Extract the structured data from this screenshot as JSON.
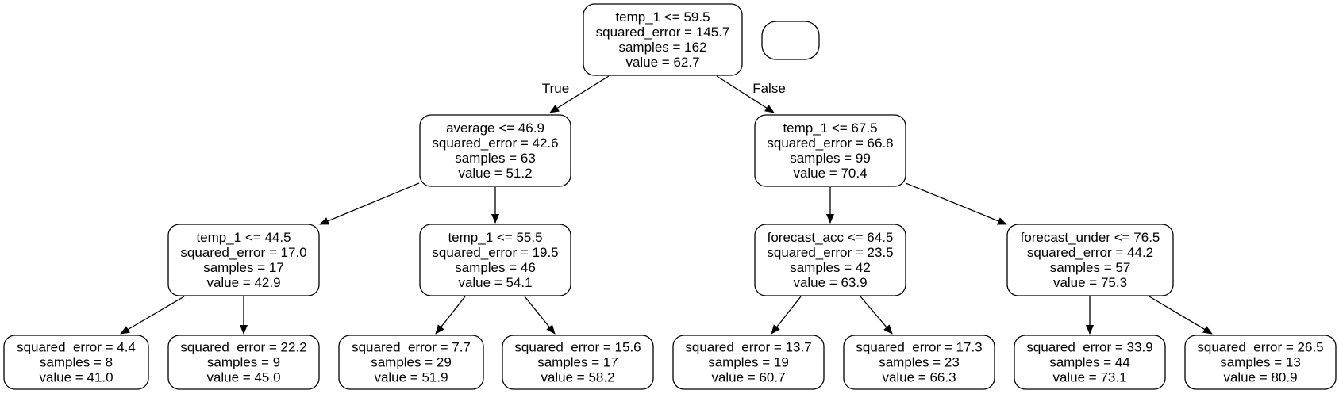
{
  "tree": {
    "edge_labels": {
      "true": "True",
      "false": "False"
    },
    "nodes": [
      {
        "id": "n0",
        "lines": [
          "temp_1 <= 59.5",
          "squared_error = 145.7",
          "samples = 162",
          "value = 62.7"
        ]
      },
      {
        "id": "n1",
        "lines": [
          "average <= 46.9",
          "squared_error = 42.6",
          "samples = 63",
          "value = 51.2"
        ]
      },
      {
        "id": "n2",
        "lines": [
          "temp_1 <= 67.5",
          "squared_error = 66.8",
          "samples = 99",
          "value = 70.4"
        ]
      },
      {
        "id": "n3",
        "lines": [
          "temp_1 <= 44.5",
          "squared_error = 17.0",
          "samples = 17",
          "value = 42.9"
        ]
      },
      {
        "id": "n4",
        "lines": [
          "temp_1 <= 55.5",
          "squared_error = 19.5",
          "samples = 46",
          "value = 54.1"
        ]
      },
      {
        "id": "n5",
        "lines": [
          "forecast_acc <= 64.5",
          "squared_error = 23.5",
          "samples = 42",
          "value = 63.9"
        ]
      },
      {
        "id": "n6",
        "lines": [
          "forecast_under <= 76.5",
          "squared_error = 44.2",
          "samples = 57",
          "value = 75.3"
        ]
      },
      {
        "id": "n7",
        "lines": [
          "squared_error = 4.4",
          "samples = 8",
          "value = 41.0"
        ]
      },
      {
        "id": "n8",
        "lines": [
          "squared_error = 22.2",
          "samples = 9",
          "value = 45.0"
        ]
      },
      {
        "id": "n9",
        "lines": [
          "squared_error = 7.7",
          "samples = 29",
          "value = 51.9"
        ]
      },
      {
        "id": "n10",
        "lines": [
          "squared_error = 15.6",
          "samples = 17",
          "value = 58.2"
        ]
      },
      {
        "id": "n11",
        "lines": [
          "squared_error = 13.7",
          "samples = 19",
          "value = 60.7"
        ]
      },
      {
        "id": "n12",
        "lines": [
          "squared_error = 17.3",
          "samples = 23",
          "value = 66.3"
        ]
      },
      {
        "id": "n13",
        "lines": [
          "squared_error = 33.9",
          "samples = 44",
          "value = 73.1"
        ]
      },
      {
        "id": "n14",
        "lines": [
          "squared_error = 26.5",
          "samples = 13",
          "value = 80.9"
        ]
      },
      {
        "id": "legend",
        "lines": []
      }
    ],
    "edges": [
      {
        "from": "n0",
        "to": "n1"
      },
      {
        "from": "n0",
        "to": "n2"
      },
      {
        "from": "n1",
        "to": "n3"
      },
      {
        "from": "n1",
        "to": "n4"
      },
      {
        "from": "n2",
        "to": "n5"
      },
      {
        "from": "n2",
        "to": "n6"
      },
      {
        "from": "n3",
        "to": "n7"
      },
      {
        "from": "n3",
        "to": "n8"
      },
      {
        "from": "n4",
        "to": "n9"
      },
      {
        "from": "n4",
        "to": "n10"
      },
      {
        "from": "n5",
        "to": "n11"
      },
      {
        "from": "n5",
        "to": "n12"
      },
      {
        "from": "n6",
        "to": "n13"
      },
      {
        "from": "n6",
        "to": "n14"
      }
    ]
  }
}
